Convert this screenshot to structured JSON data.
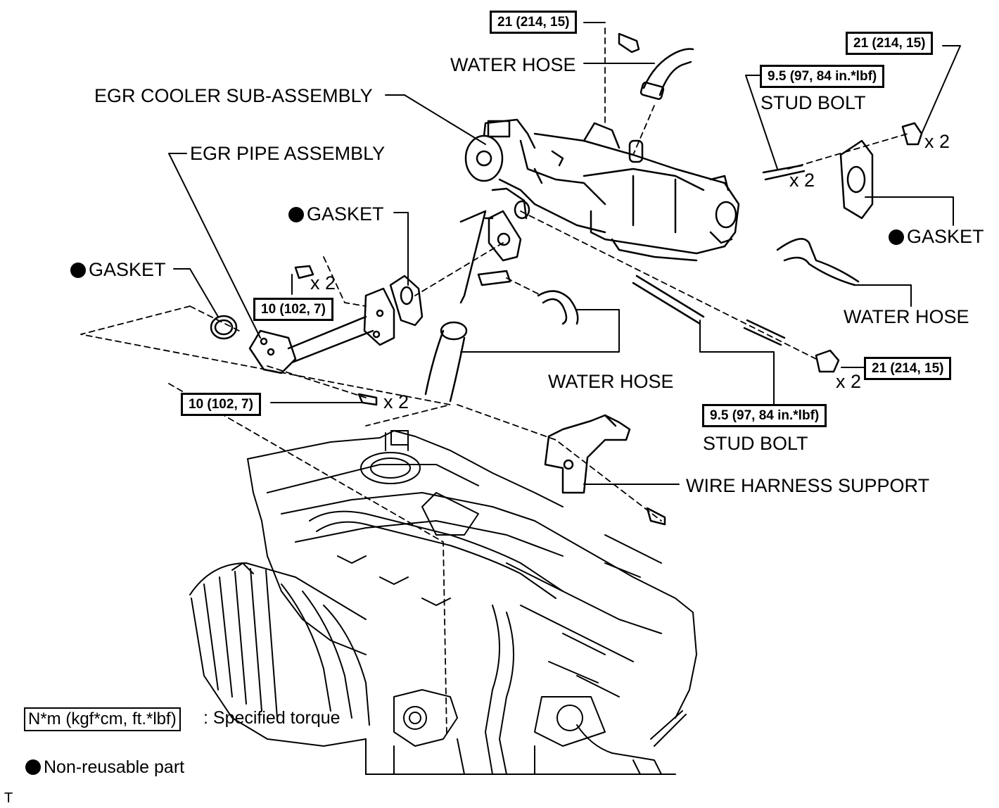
{
  "labels": {
    "water_hose_top": "WATER HOSE",
    "egr_cooler": "EGR COOLER SUB-ASSEMBLY",
    "egr_pipe": "EGR PIPE ASSEMBLY",
    "gasket_mid": "GASKET",
    "gasket_left": "GASKET",
    "gasket_right": "GASKET",
    "stud_bolt_top": "STUD BOLT",
    "stud_bolt_bottom": "STUD BOLT",
    "water_hose_right": "WATER HOSE",
    "water_hose_mid": "WATER HOSE",
    "wire_harness_support": "WIRE HARNESS SUPPORT"
  },
  "torques": {
    "top_bolt": "21 (214, 15)",
    "top_right_nut": "21 (214, 15)",
    "stud_top": "9.5 (97, 84 in.*lbf)",
    "pipe_bolt": "10 (102, 7)",
    "pipe_lower": "10 (102, 7)",
    "right_nut": "21 (214, 15)",
    "stud_bottom": "9.5 (97, 84 in.*lbf)"
  },
  "multipliers": {
    "nut_top_right": "x 2",
    "stud_top": "x 2",
    "pipe_bolt": "x 2",
    "pipe_lower": "x 2",
    "right_nut": "x 2"
  },
  "legend": {
    "torque_unit": "N*m (kgf*cm, ft.*lbf)",
    "torque_desc": ": Specified torque",
    "nonreusable": "Non-reusable part"
  },
  "corner_mark": "T"
}
